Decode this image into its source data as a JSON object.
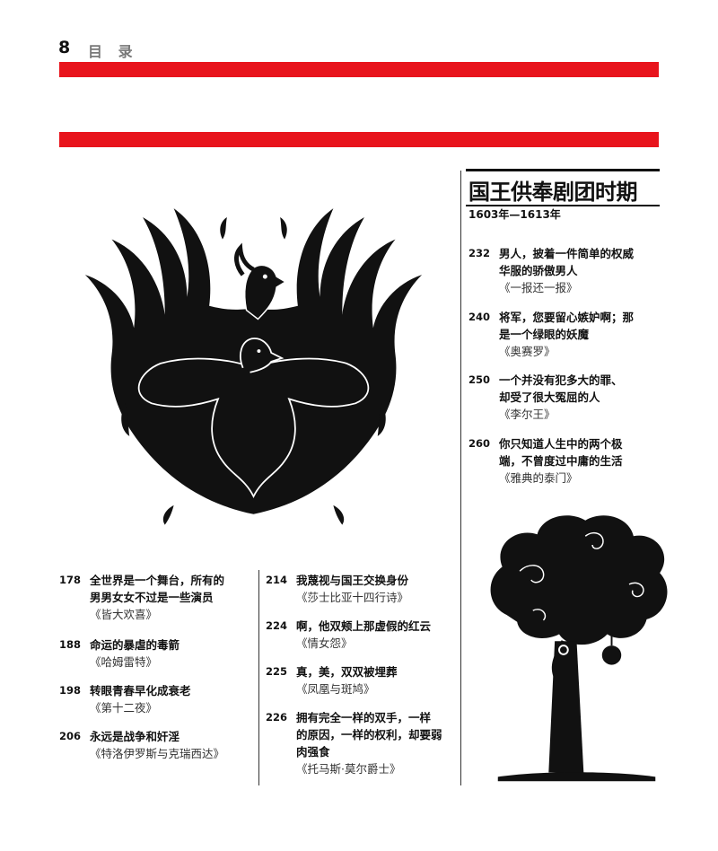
{
  "header": {
    "page_number": "8",
    "title": "目 录"
  },
  "section": {
    "title": "国王供奉剧团时期",
    "years": "1603年—1613年"
  },
  "right_entries": [
    {
      "num": "232",
      "lines": [
        "男人，披着一件简单的权威",
        "华服的骄傲男人"
      ],
      "play": "《一报还一报》"
    },
    {
      "num": "240",
      "lines": [
        "将军，您要留心嫉妒啊；那",
        "是一个绿眼的妖魔"
      ],
      "play": "《奥赛罗》"
    },
    {
      "num": "250",
      "lines": [
        "一个并没有犯多大的罪、",
        "却受了很大冤屈的人"
      ],
      "play": "《李尔王》"
    },
    {
      "num": "260",
      "lines": [
        "你只知道人生中的两个极",
        "端，不曾度过中庸的生活"
      ],
      "play": "《雅典的泰门》"
    }
  ],
  "left_entries": [
    {
      "num": "178",
      "lines": [
        "全世界是一个舞台，所有的",
        "男男女女不过是一些演员"
      ],
      "play": "《皆大欢喜》"
    },
    {
      "num": "188",
      "lines": [
        "命运的暴虐的毒箭"
      ],
      "play": "《哈姆雷特》"
    },
    {
      "num": "198",
      "lines": [
        "转眼青春早化成衰老"
      ],
      "play": "《第十二夜》"
    },
    {
      "num": "206",
      "lines": [
        "永远是战争和奸淫"
      ],
      "play": "《特洛伊罗斯与克瑞西达》"
    }
  ],
  "middle_entries": [
    {
      "num": "214",
      "lines": [
        "我蔑视与国王交换身份"
      ],
      "play": "《莎士比亚十四行诗》"
    },
    {
      "num": "224",
      "lines": [
        "啊，他双颊上那虚假的红云"
      ],
      "play": "《情女怨》"
    },
    {
      "num": "225",
      "lines": [
        "真，美，双双被埋葬"
      ],
      "play": "《凤凰与斑鸠》"
    },
    {
      "num": "226",
      "lines": [
        "拥有完全一样的双手，一样",
        "的原因，一样的权利，却要弱",
        "肉强食"
      ],
      "play": "《托马斯·莫尔爵士》"
    }
  ],
  "illustrations": {
    "phoenix": "phoenix-illustration",
    "tree": "tree-illustration"
  }
}
